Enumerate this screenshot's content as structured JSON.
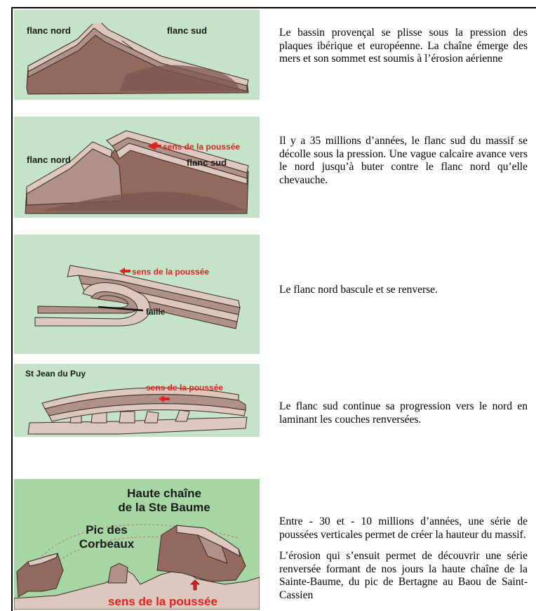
{
  "panels": [
    {
      "labels": {
        "north": "flanc nord",
        "south": "flanc sud"
      },
      "text": "Le bassin provençal se plisse sous la pression des plaques ibérique et européenne. La chaîne émerge des mers et son sommet est soumis à l’érosion aérienne"
    },
    {
      "labels": {
        "north": "flanc nord",
        "south": "flanc sud",
        "push": "sens de la poussée"
      },
      "text": "Il y a 35 millions d’années, le flanc sud du massif se décolle sous la pression. Une vague calcaire avance vers le nord jusqu’à buter contre le flanc nord qu’elle chevauche."
    },
    {
      "labels": {
        "push": "sens de la poussée",
        "fault": "faille"
      },
      "text": "Le flanc nord bascule et se renverse."
    },
    {
      "labels": {
        "place": "St Jean du Puy",
        "push": "sens de la poussée"
      },
      "text": "Le flanc sud continue sa progression vers le nord en laminant les couches renversées."
    },
    {
      "labels": {
        "title_line1": "Haute chaîne",
        "title_line2": "de la Ste Baume",
        "peak_line1": "Pic des",
        "peak_line2": "Corbeaux",
        "push": "sens de la poussée"
      },
      "text": "Entre - 30 et - 10 millions d’années, une série de poussées verticales permet de créer la hauteur du massif.",
      "text2": "L’érosion qui s’ensuit permet de découvrir une série renversée formant de nos jours la haute chaîne de la Sainte-Baume, du pic de Bertagne au Baou de Saint-Cassien"
    }
  ],
  "colors": {
    "panel_bg": "#c5e3c8",
    "panel5_bg": "#a6d6a4",
    "light_layer": "#ddc8bf",
    "mid_layer": "#b09187",
    "dark_core": "#93685f",
    "outline": "#3a2a25",
    "push_red": "#e0231f"
  }
}
